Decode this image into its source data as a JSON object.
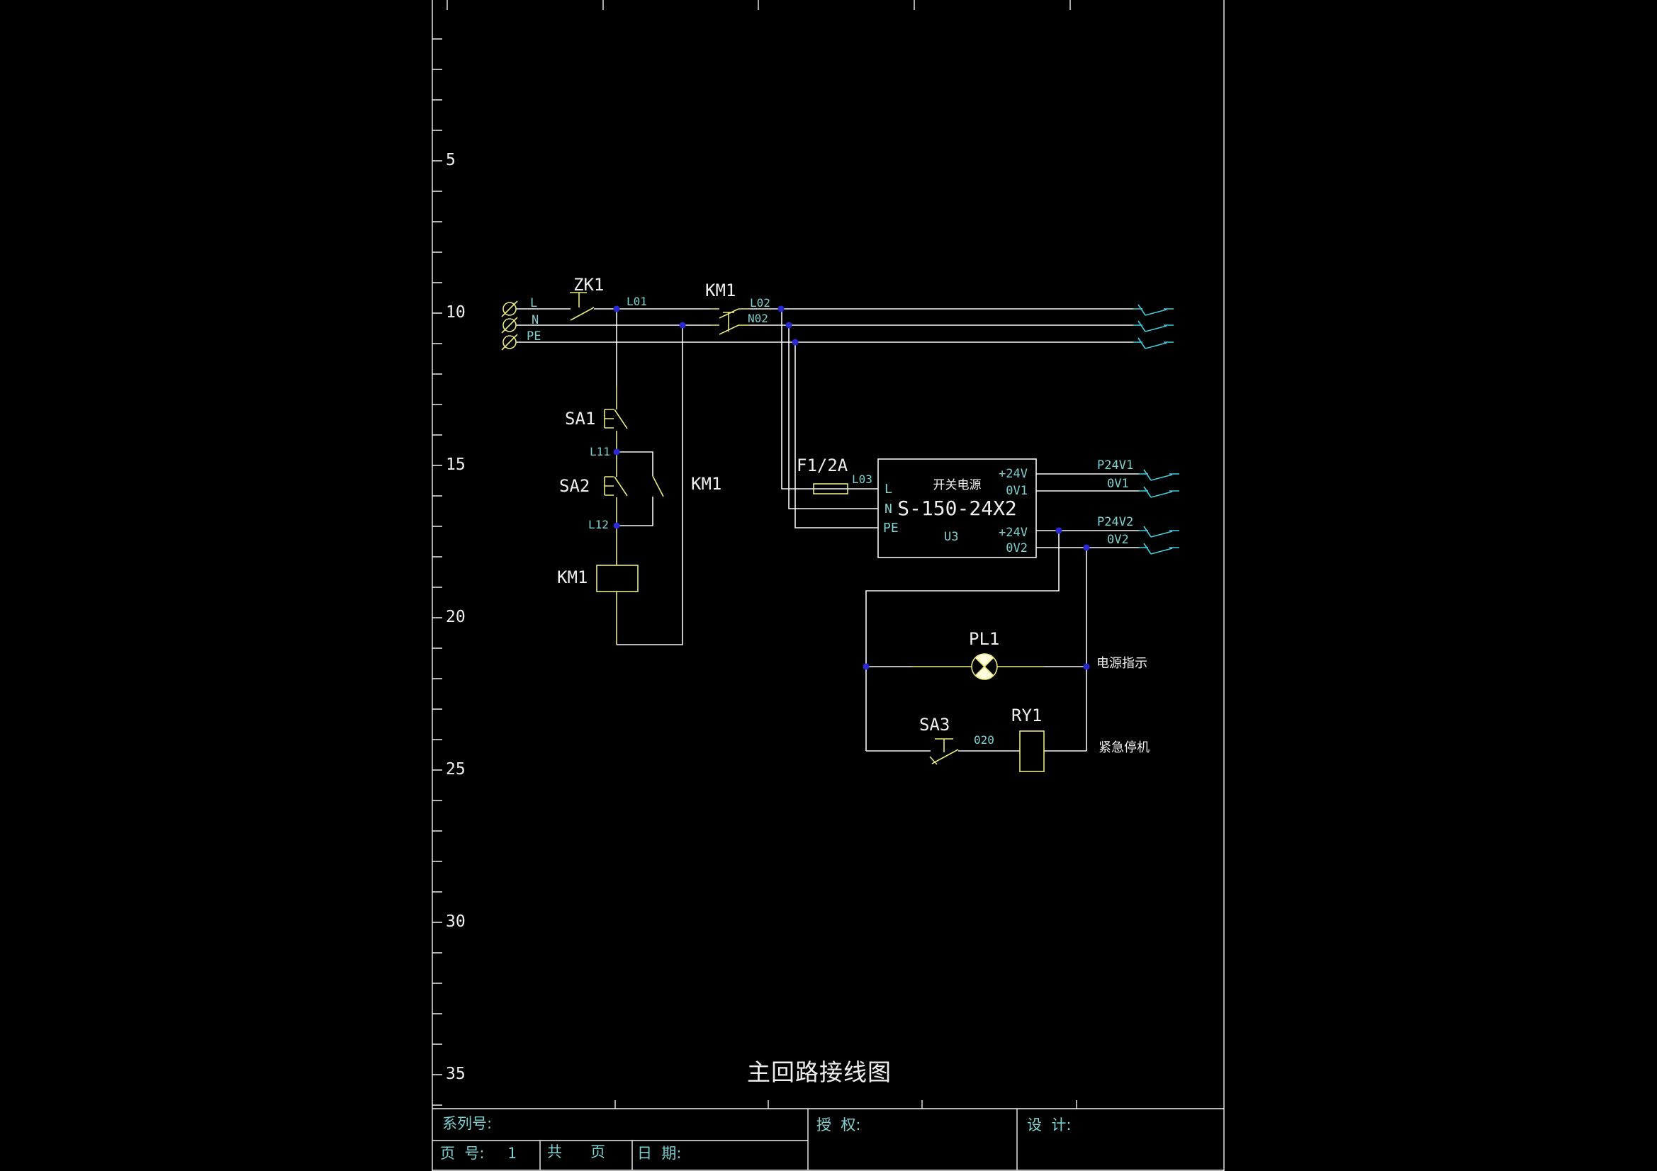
{
  "colors": {
    "background": "#000000",
    "wire": "#F5F5F5",
    "device": "#E9E97E",
    "cyan_label": "#7FD2D2",
    "teal_break": "#45CBDE",
    "junction_dot": "#2A2AD4",
    "white_label": "#EFEFEF",
    "lamp_fill": "#FFFBDC"
  },
  "ruler": {
    "labels": [
      "5",
      "10",
      "15",
      "20",
      "25",
      "30",
      "35"
    ]
  },
  "supply_terminals": {
    "l": "L",
    "n": "N",
    "pe": "PE"
  },
  "breaker": {
    "label": "ZK1"
  },
  "contactor": {
    "main_label": "KM1",
    "aux_label": "KM1",
    "coil_label": "KM1"
  },
  "buttons": {
    "sa1": "SA1",
    "sa2": "SA2",
    "sa3": "SA3"
  },
  "fuse": {
    "label": "F1/2A"
  },
  "nets": {
    "l01": "L01",
    "l02": "L02",
    "n02": "N02",
    "l11": "L11",
    "l12": "L12",
    "l03": "L03",
    "o20": "020"
  },
  "psu": {
    "name": "开关电源",
    "model": "S-150-24X2",
    "ref": "U3",
    "in_l": "L",
    "in_n": "N",
    "in_pe": "PE",
    "out1_pos": "+24V",
    "out1_neg": "0V1",
    "out2_pos": "+24V",
    "out2_neg": "0V2",
    "net_out1_pos": "P24V1",
    "net_out1_neg": "0V1",
    "net_out2_pos": "P24V2",
    "net_out2_neg": "0V2"
  },
  "lamp": {
    "label": "PL1",
    "caption": "电源指示"
  },
  "relay": {
    "label": "RY1",
    "caption": "紧急停机"
  },
  "title": "主回路接线图",
  "title_block": {
    "series": "系列号:",
    "page": "页  号:",
    "page_value": "1",
    "total": "共      页",
    "date": "日  期:",
    "auth": "授  权:",
    "design": "设  计:"
  }
}
